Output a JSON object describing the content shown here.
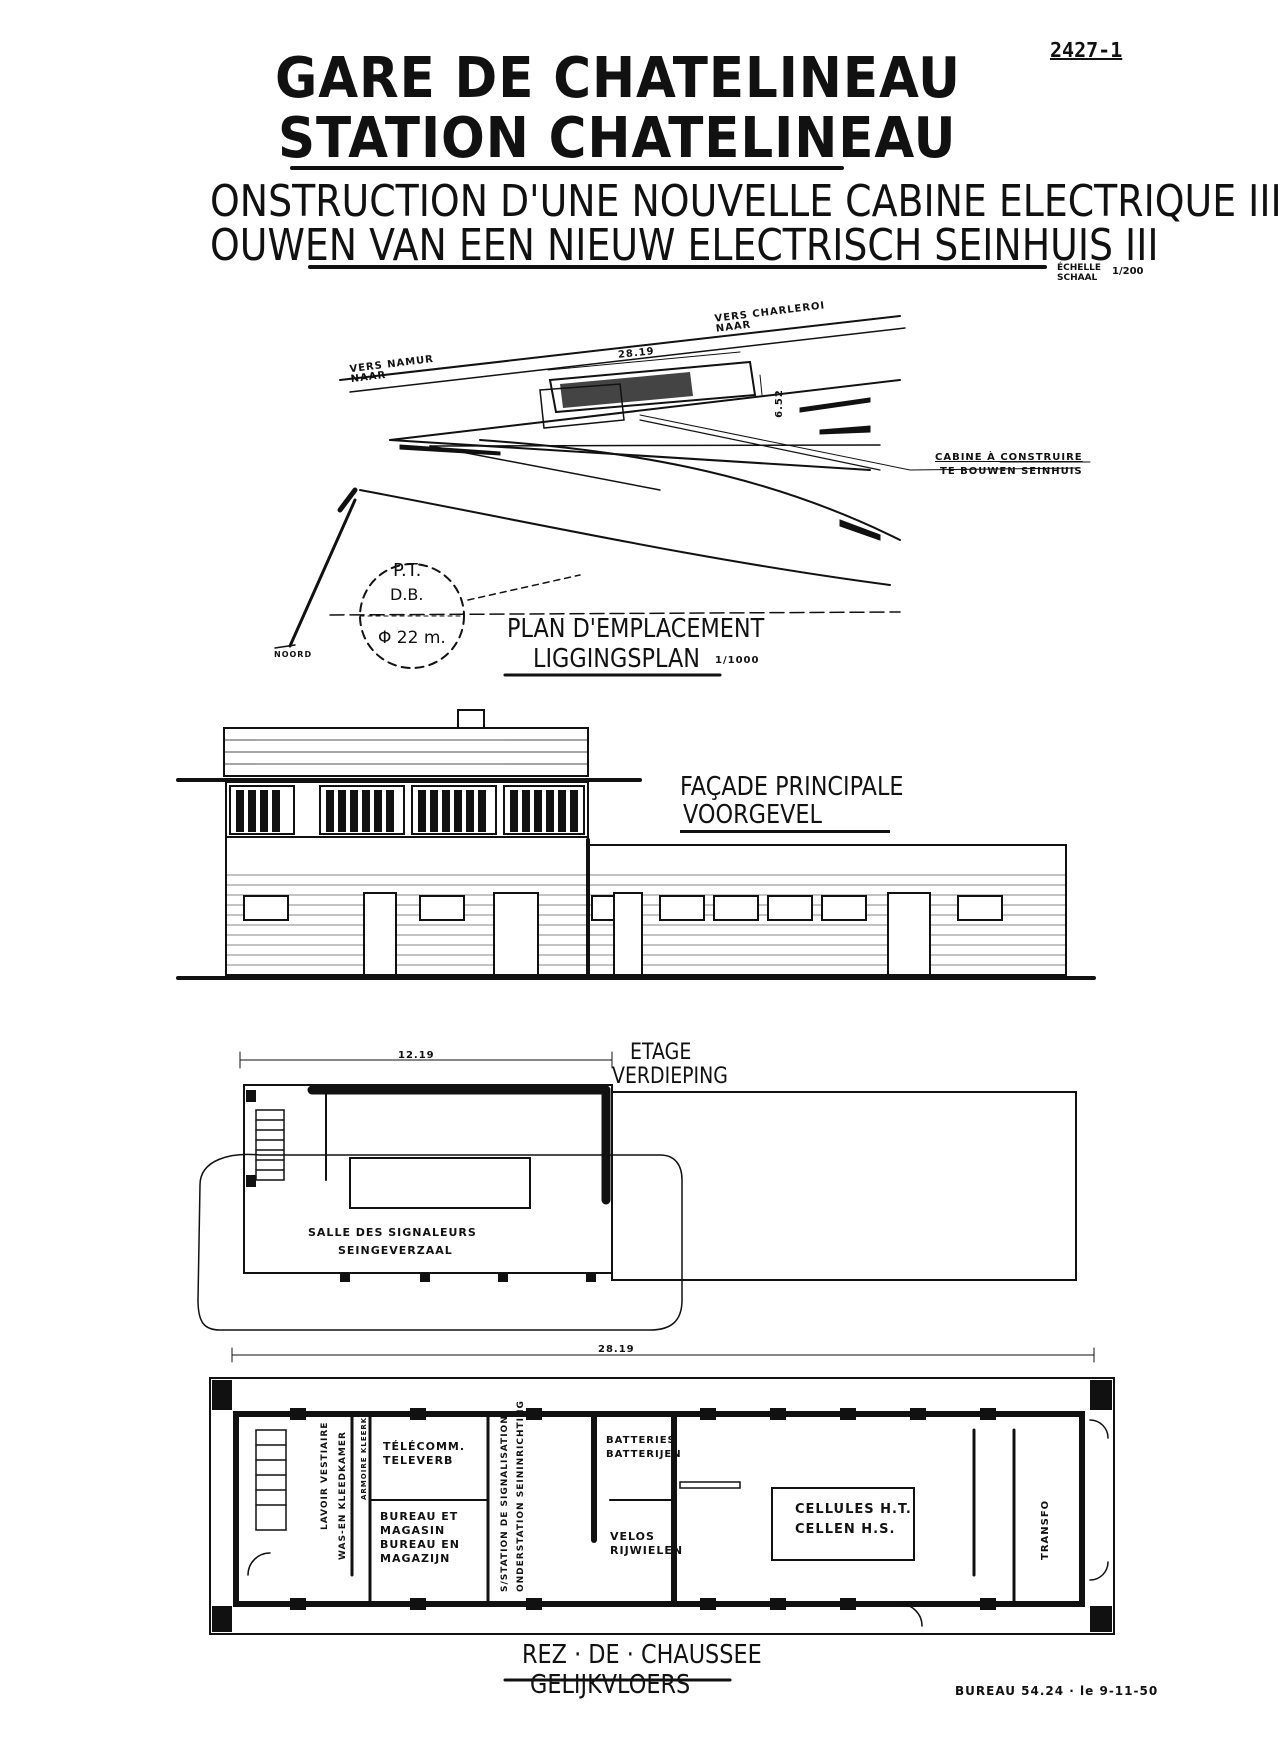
{
  "drawing_ref": "2427-1",
  "title": {
    "line1": "GARE DE CHATELINEAU",
    "line2": "STATION CHATELINEAU",
    "line3": "ONSTRUCTION D'UNE NOUVELLE CABINE ELECTRIQUE III",
    "line4": "OUWEN VAN EEN NIEUW ELECTRISCH SEINHUIS III"
  },
  "scale": {
    "label": "ÉCHELLE\nSCHAAL",
    "value": "1/200"
  },
  "site_plan": {
    "direction_charleroi": "VERS CHARLEROI\nNAAR",
    "direction_namur": "VERS NAMUR\nNAAR",
    "length_dim": "28.19",
    "width_dim": "6.52",
    "cabin_label_1": "CABINE À CONSTRUIRE",
    "cabin_label_2": "TE BOUWEN SEINHUIS",
    "circle_pt": "P.T.",
    "circle_db": "D.B.",
    "circle_diameter": "Φ 22 m.",
    "north": "NOORD",
    "title_fr": "PLAN D'EMPLACEMENT",
    "title_nl": "LIGGINGSPLAN",
    "scale": "1/1000"
  },
  "facade": {
    "title_fr": "FAÇADE PRINCIPALE",
    "title_nl": "VOORGEVEL"
  },
  "upper_floor": {
    "title_fr": "ETAGE",
    "title_nl": "VERDIEPING",
    "dim": "12.19",
    "room_fr": "SALLE DES SIGNALEURS",
    "room_nl": "SEINGEVERZAAL"
  },
  "ground_floor": {
    "overall_dim": "28.19",
    "title_fr": "REZ · DE · CHAUSSEE",
    "title_nl": "GELIJKVLOERS",
    "rooms": {
      "lavoir": "LAVOIR VESTIAIRE",
      "wc": "WAS-EN KLEEDKAMER",
      "armoire": "ARMOIRE KLEERK.",
      "telecom": "TÉLÉCOMM.\nTELEVERB",
      "bureau": "BUREAU ET\nMAGASIN\nBUREAU EN\nMAGAZIJN",
      "sous_station": "S/STATION DE SIGNALISATION",
      "onderstation": "ONDERSTATION SEININRICHTING",
      "batteries": "BATTERIES\nBATTERIJEN",
      "velos": "VELOS\nRIJWIELEN",
      "cellules": "CELLULES H.T.\nCELLEN H.S.",
      "transfo": "TRANSFO"
    }
  },
  "footer": "BUREAU 54.24 · le 9-11-50"
}
